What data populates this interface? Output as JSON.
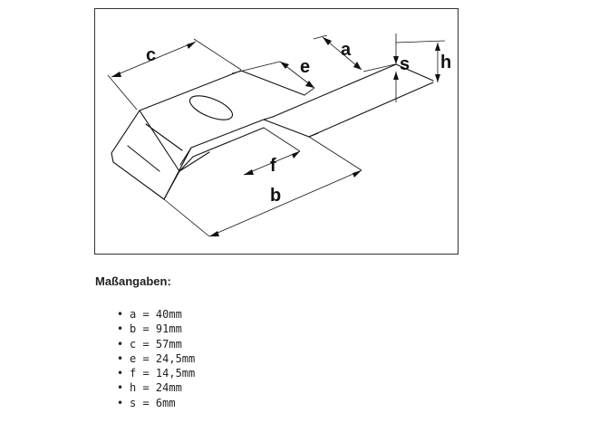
{
  "drawing": {
    "labels": {
      "a": "a",
      "b": "b",
      "c": "c",
      "e": "e",
      "f": "f",
      "h": "h",
      "s": "s"
    }
  },
  "section": {
    "heading": "Maßangaben:",
    "items": [
      "a = 40mm",
      "b = 91mm",
      "c = 57mm",
      "e = 24,5mm",
      "f = 14,5mm",
      "h = 24mm",
      "s = 6mm"
    ]
  }
}
